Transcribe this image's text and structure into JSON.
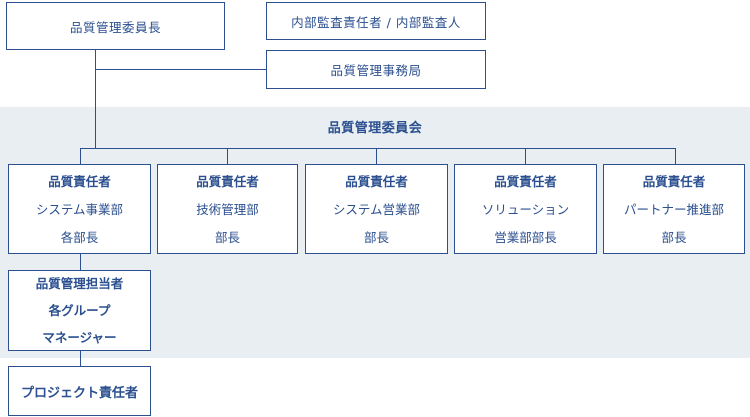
{
  "chairman": "品質管理委員長",
  "auditor": "内部監査責任者 / 内部監査人",
  "secretariat": "品質管理事務局",
  "committee": "品質管理委員会",
  "departments": [
    {
      "title": "品質責任者",
      "line1": "システム事業部",
      "line2": "各部長"
    },
    {
      "title": "品質責任者",
      "line1": "技術管理部",
      "line2": "部長"
    },
    {
      "title": "品質責任者",
      "line1": "システム営業部",
      "line2": "部長"
    },
    {
      "title": "品質責任者",
      "line1": "ソリューション",
      "line2": "営業部部長"
    },
    {
      "title": "品質責任者",
      "line1": "パートナー推進部",
      "line2": "部長"
    }
  ],
  "manager": {
    "line1": "品質管理担当者",
    "line2": "各グループ",
    "line3": "マネージャー"
  },
  "project": "プロジェクト責任者",
  "colors": {
    "line": "#2b4f8f",
    "band": "#e8eef1",
    "text": "#2b4f8f"
  }
}
